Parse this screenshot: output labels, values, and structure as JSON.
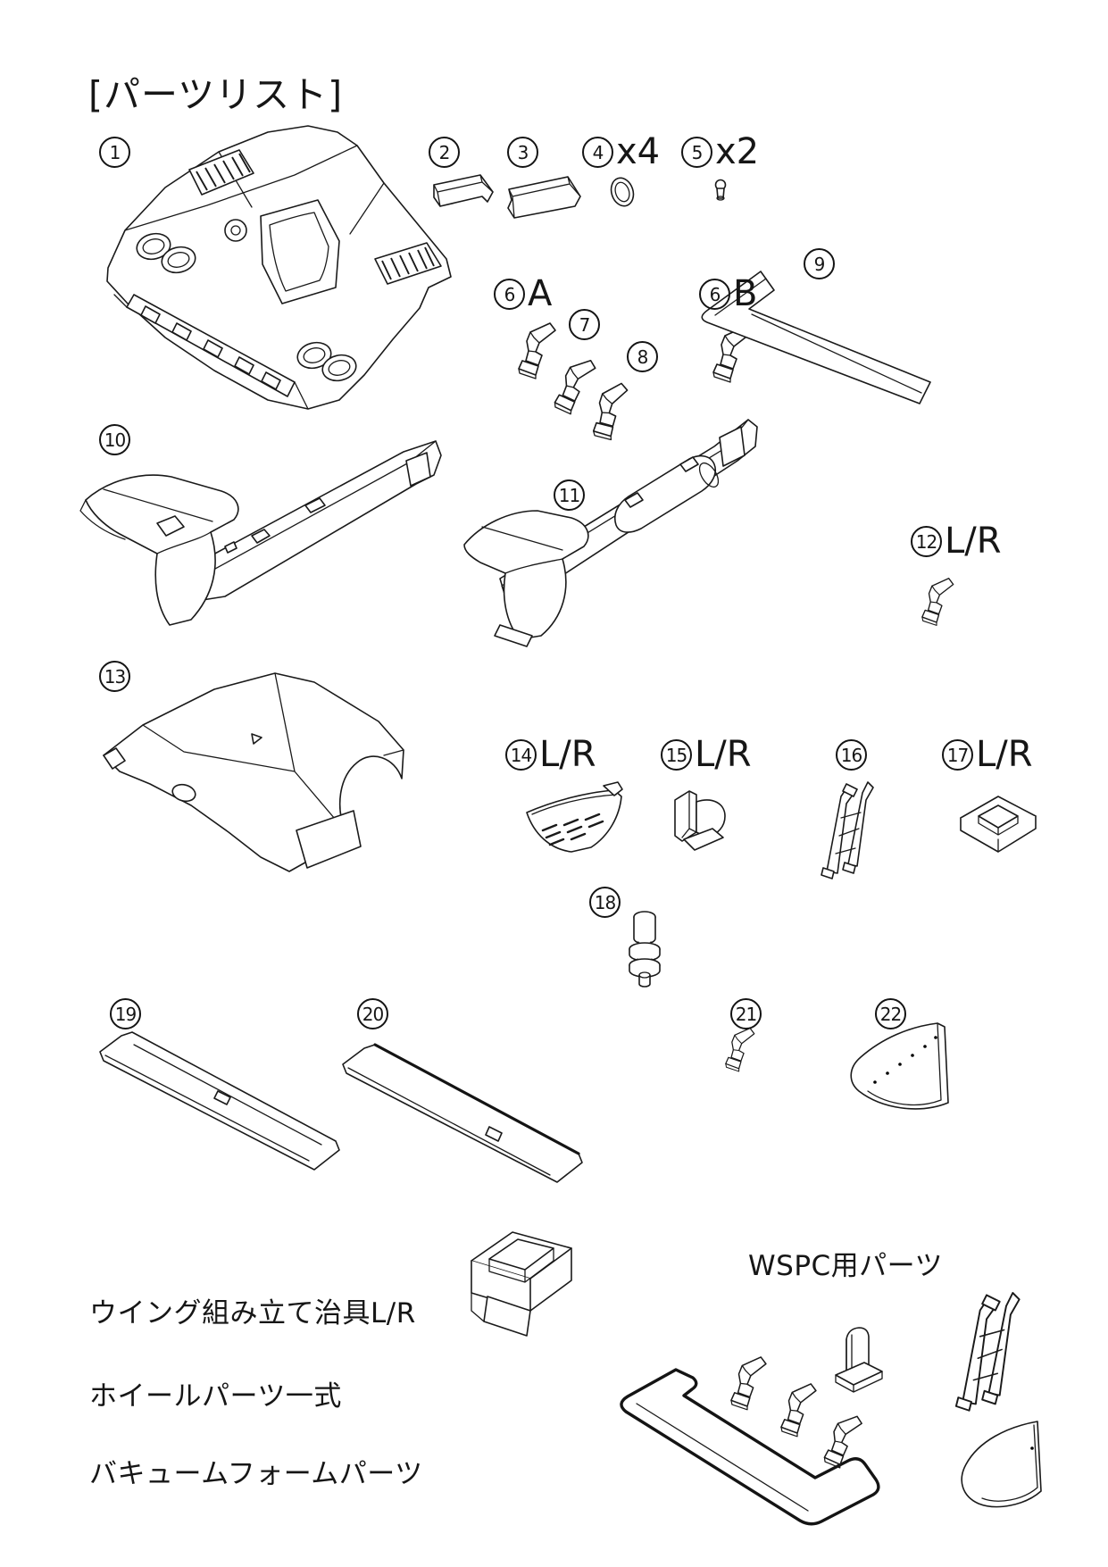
{
  "page": {
    "title": "[パーツリスト]"
  },
  "parts": {
    "p1": {
      "num": "1",
      "suffix": ""
    },
    "p2": {
      "num": "2",
      "suffix": ""
    },
    "p3": {
      "num": "3",
      "suffix": ""
    },
    "p4": {
      "num": "4",
      "suffix": "x4"
    },
    "p5": {
      "num": "5",
      "suffix": "x2"
    },
    "p6a": {
      "num": "6",
      "suffix": "A"
    },
    "p7": {
      "num": "7",
      "suffix": ""
    },
    "p8": {
      "num": "8",
      "suffix": ""
    },
    "p6b": {
      "num": "6",
      "suffix": "B"
    },
    "p9": {
      "num": "9",
      "suffix": ""
    },
    "p10": {
      "num": "10",
      "suffix": ""
    },
    "p11": {
      "num": "11",
      "suffix": ""
    },
    "p12": {
      "num": "12",
      "suffix": "L/R"
    },
    "p13": {
      "num": "13",
      "suffix": ""
    },
    "p14": {
      "num": "14",
      "suffix": "L/R"
    },
    "p15": {
      "num": "15",
      "suffix": "L/R"
    },
    "p16": {
      "num": "16",
      "suffix": ""
    },
    "p17": {
      "num": "17",
      "suffix": "L/R"
    },
    "p18": {
      "num": "18",
      "suffix": ""
    },
    "p19": {
      "num": "19",
      "suffix": ""
    },
    "p20": {
      "num": "20",
      "suffix": ""
    },
    "p21": {
      "num": "21",
      "suffix": ""
    },
    "p22": {
      "num": "22",
      "suffix": ""
    }
  },
  "notes": {
    "wing_jig": "ウイング組み立て治具L/R",
    "wheel_parts": "ホイールパーツ一式",
    "vacuum_form": "バキュームフォームパーツ",
    "wspc_header": "WSPC用パーツ"
  },
  "colors": {
    "ink": "#1a1a1a",
    "paper": "#ffffff"
  }
}
